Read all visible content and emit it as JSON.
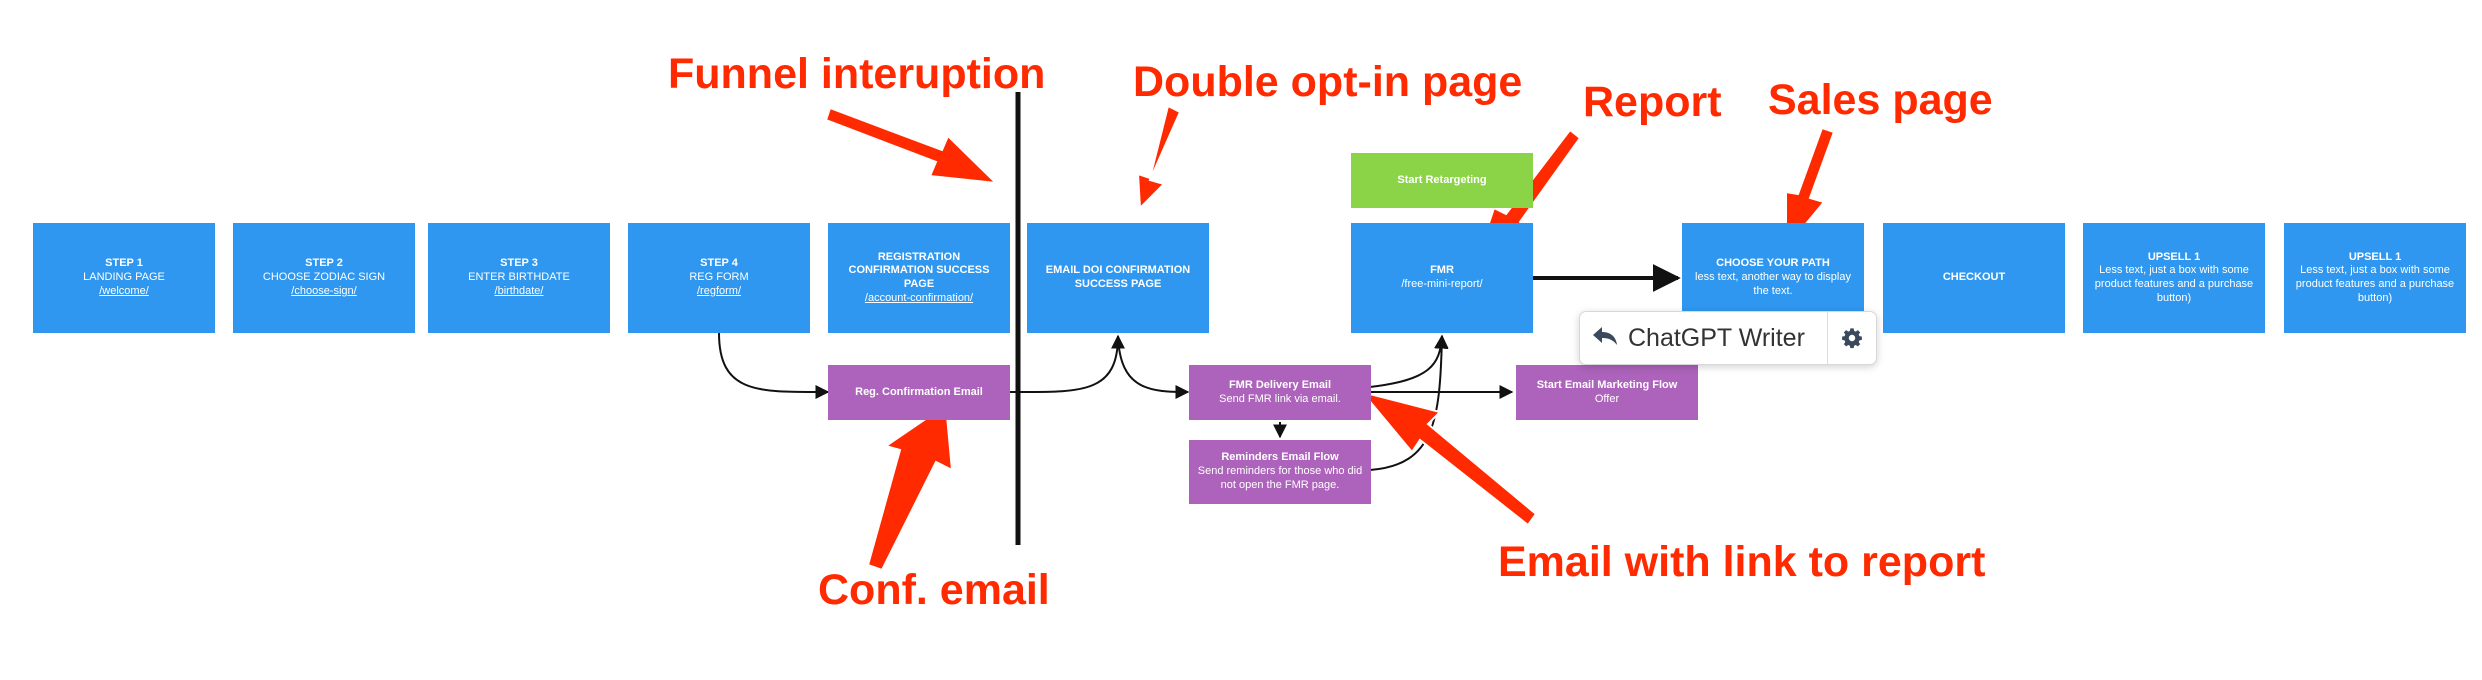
{
  "steps": [
    {
      "title": "STEP 1",
      "line": "LANDING PAGE",
      "link": "/welcome/"
    },
    {
      "title": "STEP 2",
      "line": "CHOOSE ZODIAC SIGN",
      "link": "/choose-sign/"
    },
    {
      "title": "STEP 3",
      "line": "ENTER BIRTHDATE",
      "link": "/birthdate/"
    },
    {
      "title": "STEP 4",
      "line": "REG FORM",
      "link": "/regform/"
    }
  ],
  "registration": {
    "title": "REGISTRATION CONFIRMATION SUCCESS PAGE",
    "link": "/account-confirmation/"
  },
  "doi_page": {
    "title": "EMAIL DOI CONFIRMATION SUCCESS PAGE"
  },
  "retargeting": {
    "title": "Start Retargeting"
  },
  "fmr": {
    "title": "FMR",
    "sub": "/free-mini-report/"
  },
  "choose_path": {
    "title": "CHOOSE YOUR PATH",
    "sub": "less text, another way to display the text."
  },
  "checkout": {
    "title": "CHECKOUT"
  },
  "upsells": [
    {
      "title": "UPSELL 1",
      "sub": "Less text, just a box with some product features and a purchase button)"
    },
    {
      "title": "UPSELL 1",
      "sub": "Less text, just a box with some product features and a purchase button)"
    }
  ],
  "reg_email": {
    "title": "Reg. Confirmation Email"
  },
  "fmr_email": {
    "title": "FMR Delivery Email",
    "sub": "Send FMR link via email."
  },
  "reminders": {
    "title": "Reminders Email Flow",
    "sub": "Send reminders for those who did not open the FMR page."
  },
  "marketing": {
    "title": "Start Email Marketing Flow",
    "sub": "Offer"
  },
  "callouts": {
    "funnel": "Funnel interuption",
    "double": "Double opt-in page",
    "report": "Report",
    "sales": "Sales page",
    "conf": "Conf. email",
    "email_link": "Email with link to report"
  },
  "widget": {
    "name": "ChatGPT Writer",
    "icon_left": "reply-arrow-icon",
    "icon_right": "gear-icon"
  },
  "colors": {
    "blue": "#2f97ef",
    "purple": "#ad63bb",
    "green": "#8bd447",
    "callout": "#ff2a00"
  }
}
